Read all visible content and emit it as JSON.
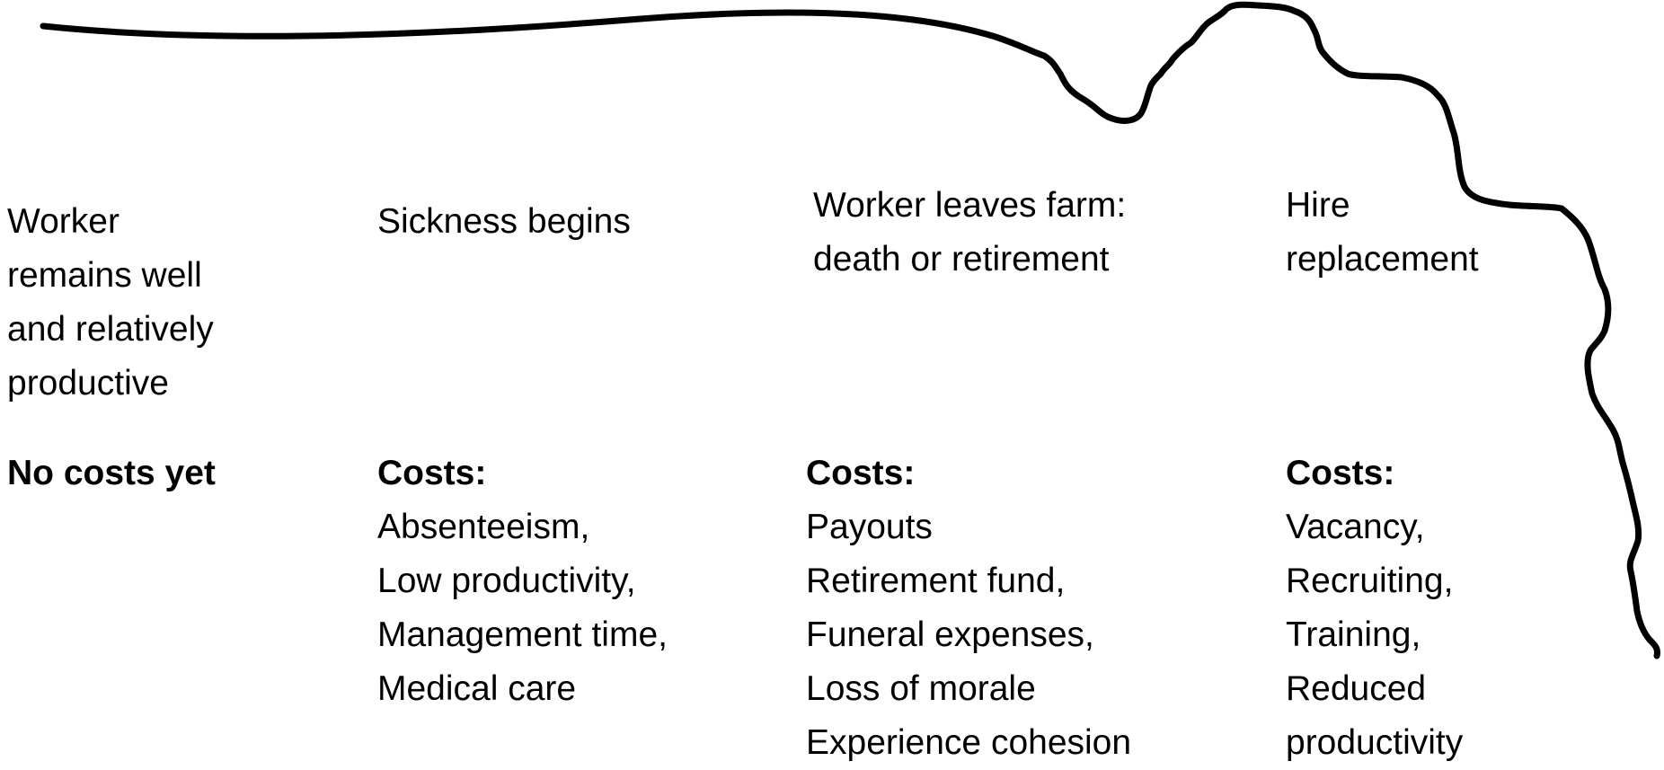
{
  "stages": [
    {
      "lines": [
        "Worker",
        "remains well",
        "and relatively",
        "productive"
      ]
    },
    {
      "lines": [
        "Sickness begins"
      ]
    },
    {
      "lines": [
        "Worker leaves farm:",
        "death or retirement"
      ]
    },
    {
      "lines": [
        "Hire",
        "replacement"
      ]
    }
  ],
  "costs": [
    {
      "heading": "No costs yet",
      "items": []
    },
    {
      "heading": "Costs:",
      "items": [
        "Absenteeism,",
        "Low productivity,",
        "Management time,",
        "Medical care"
      ]
    },
    {
      "heading": "Costs:",
      "items": [
        "Payouts",
        "Retirement fund,",
        "Funeral expenses,",
        "Loss of morale",
        "Experience cohesion"
      ]
    },
    {
      "heading": "Costs:",
      "items": [
        "Vacancy,",
        "Recruiting,",
        "Training,",
        "Reduced",
        "productivity"
      ]
    }
  ],
  "colors": {
    "line": "#000000",
    "text": "#000000",
    "background": "#ffffff"
  }
}
